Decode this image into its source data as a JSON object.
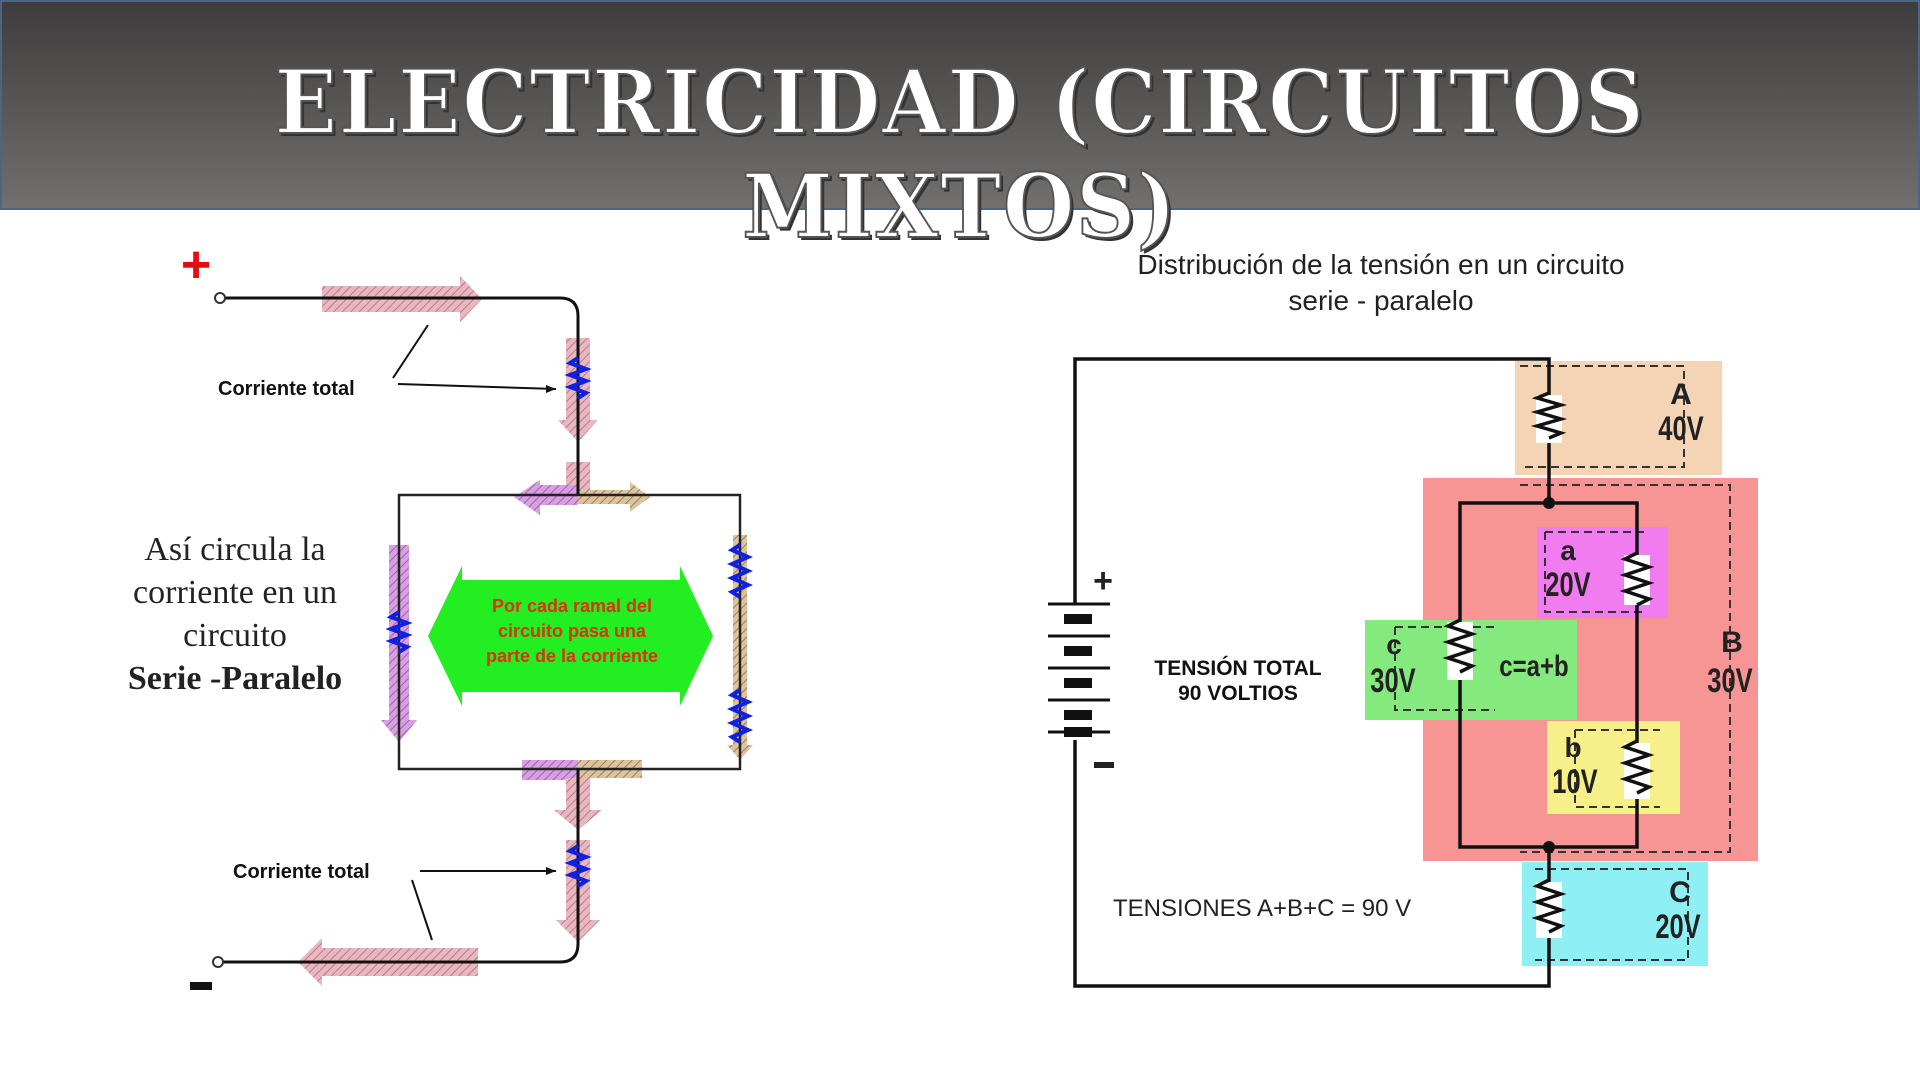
{
  "header": {
    "title": "ELECTRICIDAD (CIRCUITOS MIXTOS)"
  },
  "left_diagram": {
    "plus_sign": "+",
    "minus_sign": "-",
    "label_top": "Corriente total",
    "label_bottom": "Corriente total",
    "caption_lines": [
      "Así circula la",
      "corriente en un",
      "circuito",
      "Serie -Paralelo"
    ],
    "green_arrow_lines": [
      "Por cada ramal del",
      "circuito pasa una",
      "parte de la corriente"
    ]
  },
  "right_diagram": {
    "title_lines": [
      "Distribución de la tensión en un circuito",
      "serie - paralelo"
    ],
    "battery_plus": "+",
    "battery_minus": "-",
    "total_lines": [
      "TENSIÓN TOTAL",
      "90 VOLTIOS"
    ],
    "sum_text": "TENSIONES A+B+C = 90 V",
    "boxes": {
      "A": {
        "name": "A",
        "value": "40V",
        "color": "#f5d3b5"
      },
      "B": {
        "name": "B",
        "value": "30V",
        "color": "#f79595"
      },
      "a": {
        "name": "a",
        "value": "20V",
        "color": "#f07cf0"
      },
      "b": {
        "name": "b",
        "value": "10V",
        "color": "#f7f08a"
      },
      "c": {
        "name": "c",
        "value": "30V",
        "formula": "c=a+b",
        "color": "#85ea7d"
      },
      "C": {
        "name": "C",
        "value": "20V",
        "color": "#8ef0f5"
      }
    }
  }
}
